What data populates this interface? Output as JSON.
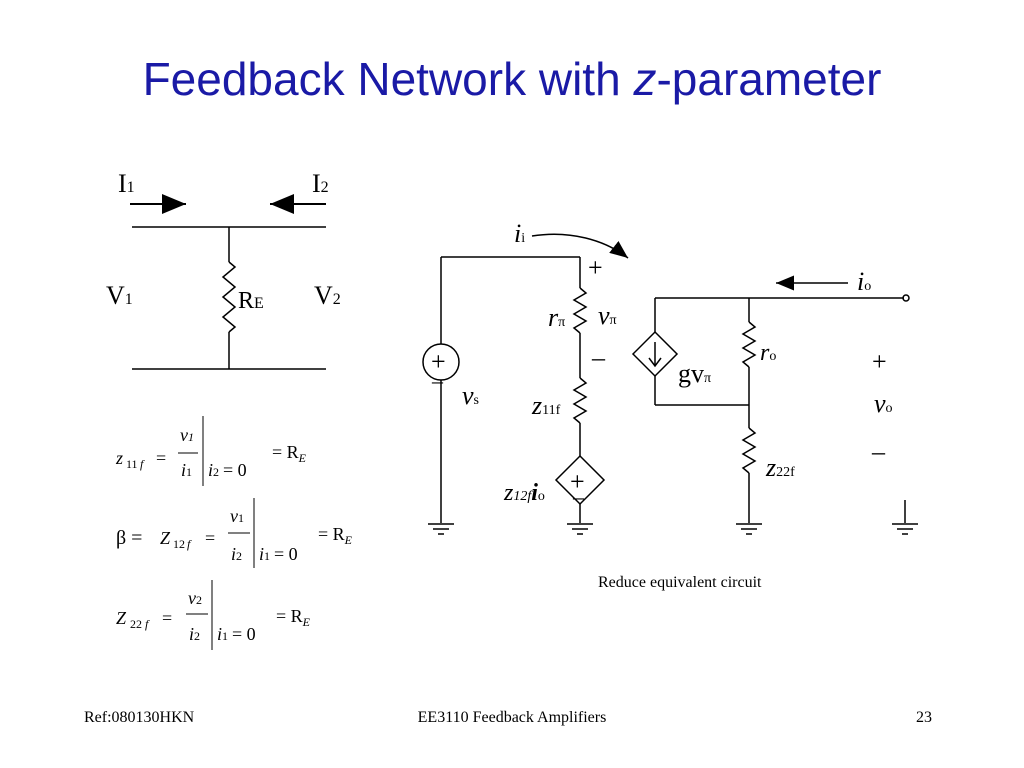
{
  "title": {
    "main": "Feedback Network with ",
    "italic": "z",
    "suffix": "-parameter"
  },
  "two_port": {
    "i1": "I",
    "i1_sub": "1",
    "i2": "I",
    "i2_sub": "2",
    "v1": "V",
    "v1_sub": "1",
    "v2": "V",
    "v2_sub": "2",
    "re": "R",
    "re_sub": "E"
  },
  "equations": [
    {
      "lhs_prefix": "",
      "lhs_var": "z",
      "lhs_sub": "11",
      "lhs_subf": "f",
      "num": "v",
      "num_sub": "1",
      "den": "i",
      "den_sub": "1",
      "cond": "i",
      "cond_sub": "2",
      "cond_eq": "= 0",
      "rhs": "= R",
      "rhs_sub": "E"
    },
    {
      "lhs_prefix": "β =",
      "lhs_var": "Z",
      "lhs_sub": "12",
      "lhs_subf": "f",
      "num": "v",
      "num_sub": "1",
      "den": "i",
      "den_sub": "2",
      "cond": "i",
      "cond_sub": "1",
      "cond_eq": "= 0",
      "rhs": "= R",
      "rhs_sub": "E"
    },
    {
      "lhs_prefix": "",
      "lhs_var": "Z",
      "lhs_sub": "22",
      "lhs_subf": "f",
      "num": "v",
      "num_sub": "2",
      "den": "i",
      "den_sub": "2",
      "cond": "i",
      "cond_sub": "1",
      "cond_eq": "= 0",
      "rhs": "= R",
      "rhs_sub": "E"
    }
  ],
  "circuit": {
    "ii": "i",
    "ii_sub": "i",
    "plus_top": "+",
    "r_pi": "r",
    "r_pi_sub": "π",
    "v_pi": "v",
    "v_pi_sub": "π",
    "minus_mid": "–",
    "src_plus": "+",
    "src_minus": "–",
    "vs": "v",
    "vs_sub": "s",
    "z11f": "z",
    "z11f_sub": "11f",
    "z12f": "z",
    "z12f_sub": "12f",
    "z12f_io": "i",
    "z12f_io_sub": "o",
    "dep_plus": "+",
    "dep_minus": "–",
    "io": "i",
    "io_sub": "o",
    "g": "gv",
    "g_sub": "π",
    "ro": "r",
    "ro_sub": "o",
    "z22f": "z",
    "z22f_sub": "22f",
    "vo_plus": "+",
    "vo": "v",
    "vo_sub": "o",
    "vo_minus": "–",
    "caption": "Reduce equivalent circuit"
  },
  "footer": {
    "left": "Ref:080130HKN",
    "center": "EE3110 Feedback Amplifiers",
    "right": "23"
  }
}
